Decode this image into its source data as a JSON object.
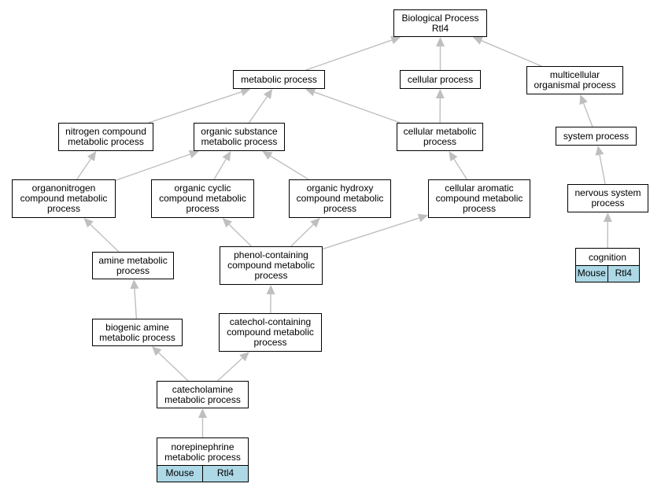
{
  "diagram": {
    "edge_color": "#bfbfbf",
    "annotation_color": "#add8e6",
    "nodes": [
      {
        "id": "bp",
        "label": "Biological Process\nRtl4"
      },
      {
        "id": "metabolic",
        "label": "metabolic process"
      },
      {
        "id": "cellular",
        "label": "cellular process"
      },
      {
        "id": "multicellular",
        "label": "multicellular\norganismal process"
      },
      {
        "id": "nitrogen",
        "label": "nitrogen compound\nmetabolic process"
      },
      {
        "id": "organic_sub",
        "label": "organic substance\nmetabolic process"
      },
      {
        "id": "cell_metabolic",
        "label": "cellular metabolic\nprocess"
      },
      {
        "id": "system",
        "label": "system process"
      },
      {
        "id": "organonitrogen",
        "label": "organonitrogen\ncompound metabolic\nprocess"
      },
      {
        "id": "organic_cyclic",
        "label": "organic cyclic\ncompound metabolic\nprocess"
      },
      {
        "id": "organic_hydroxy",
        "label": "organic hydroxy\ncompound metabolic\nprocess"
      },
      {
        "id": "cell_aromatic",
        "label": "cellular aromatic\ncompound metabolic\nprocess"
      },
      {
        "id": "nervous",
        "label": "nervous system\nprocess"
      },
      {
        "id": "amine",
        "label": "amine metabolic\nprocess"
      },
      {
        "id": "phenol",
        "label": "phenol-containing\ncompound metabolic\nprocess"
      },
      {
        "id": "cognition",
        "label": "cognition",
        "tags": [
          "Mouse",
          "Rtl4"
        ]
      },
      {
        "id": "biogenic",
        "label": "biogenic amine\nmetabolic process"
      },
      {
        "id": "catechol",
        "label": "catechol-containing\ncompound metabolic\nprocess"
      },
      {
        "id": "catecholamine",
        "label": "catecholamine\nmetabolic process"
      },
      {
        "id": "norepinephrine",
        "label": "norepinephrine\nmetabolic process",
        "tags": [
          "Mouse",
          "Rtl4"
        ]
      }
    ],
    "edges": [
      [
        "metabolic",
        "bp"
      ],
      [
        "cellular",
        "bp"
      ],
      [
        "multicellular",
        "bp"
      ],
      [
        "nitrogen",
        "metabolic"
      ],
      [
        "organic_sub",
        "metabolic"
      ],
      [
        "cell_metabolic",
        "metabolic"
      ],
      [
        "cell_metabolic",
        "cellular"
      ],
      [
        "system",
        "multicellular"
      ],
      [
        "organonitrogen",
        "nitrogen"
      ],
      [
        "organonitrogen",
        "organic_sub"
      ],
      [
        "organic_cyclic",
        "organic_sub"
      ],
      [
        "organic_hydroxy",
        "organic_sub"
      ],
      [
        "cell_aromatic",
        "cell_metabolic"
      ],
      [
        "nervous",
        "system"
      ],
      [
        "amine",
        "organonitrogen"
      ],
      [
        "phenol",
        "organic_cyclic"
      ],
      [
        "phenol",
        "organic_hydroxy"
      ],
      [
        "phenol",
        "cell_aromatic"
      ],
      [
        "cognition",
        "nervous"
      ],
      [
        "biogenic",
        "amine"
      ],
      [
        "catechol",
        "phenol"
      ],
      [
        "catecholamine",
        "biogenic"
      ],
      [
        "catecholamine",
        "catechol"
      ],
      [
        "norepinephrine",
        "catecholamine"
      ]
    ]
  }
}
